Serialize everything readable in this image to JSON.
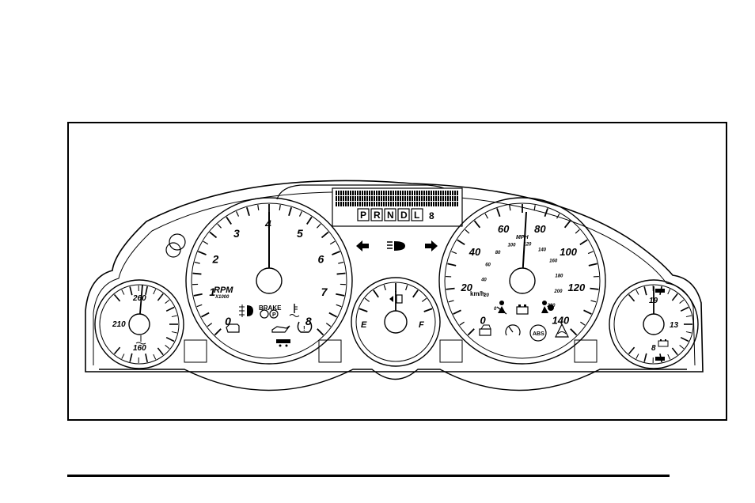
{
  "gauges": {
    "temp": {
      "labels": [
        "260",
        "210",
        "160"
      ]
    },
    "tach": {
      "numerals": [
        "0",
        "1",
        "2",
        "3",
        "4",
        "5",
        "6",
        "7",
        "8"
      ],
      "label": "RPM",
      "sublabel": "X1000"
    },
    "fuel": {
      "empty": "E",
      "full": "F"
    },
    "speedo": {
      "mph": [
        "0",
        "20",
        "40",
        "60",
        "80",
        "100",
        "120",
        "140"
      ],
      "unit_mph": "MPH",
      "kmh": [
        "0",
        "20",
        "40",
        "60",
        "80",
        "100",
        "120",
        "140",
        "160",
        "180",
        "200",
        "220"
      ],
      "unit_kmh": "km/h"
    },
    "volt": {
      "labels": [
        "19",
        "13",
        "8"
      ]
    }
  },
  "display": {
    "prndl": [
      "P",
      "R",
      "N",
      "D",
      "L"
    ],
    "gear_digit": "8"
  },
  "indicators": {
    "brake": "BRAKE",
    "abs": "ABS"
  },
  "icons": [
    "fog-lamp-icon",
    "brake-warning-icon",
    "coolant-temp-icon",
    "check-engine-icon",
    "oil-pressure-icon",
    "tire-pressure-icon",
    "trailer-icon",
    "left-turn-signal-icon",
    "high-beam-icon",
    "right-turn-signal-icon",
    "seatbelt-icon",
    "battery-icon",
    "airbag-icon",
    "security-icon",
    "cruise-icon",
    "abs-icon",
    "traction-icon"
  ]
}
